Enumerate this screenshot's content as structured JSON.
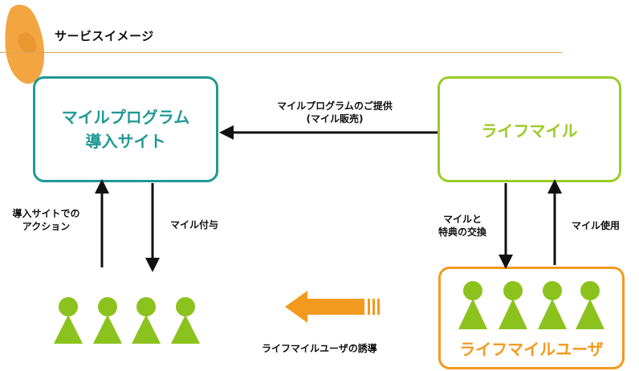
{
  "header": {
    "title": "サービスイメージ"
  },
  "boxes": {
    "mile_program_site": [
      "マイルプログラム",
      "導入サイト"
    ],
    "lifemile": "ライフマイル",
    "lifemile_users": "ライフマイルユーザ"
  },
  "arrows": {
    "provide": [
      "マイルプログラムのご提供",
      "(マイル販売)"
    ],
    "site_action": [
      "導入サイトでの",
      "アクション"
    ],
    "mile_grant": "マイル付与",
    "mile_exchange": [
      "マイルと",
      "特典の交換"
    ],
    "mile_use": "マイル使用",
    "guide_users": "ライフマイルユーザの誘導"
  },
  "colors": {
    "teal": "#1f9994",
    "lime": "#9acb26",
    "orange": "#f39a1e",
    "logo": "#f2a540"
  }
}
